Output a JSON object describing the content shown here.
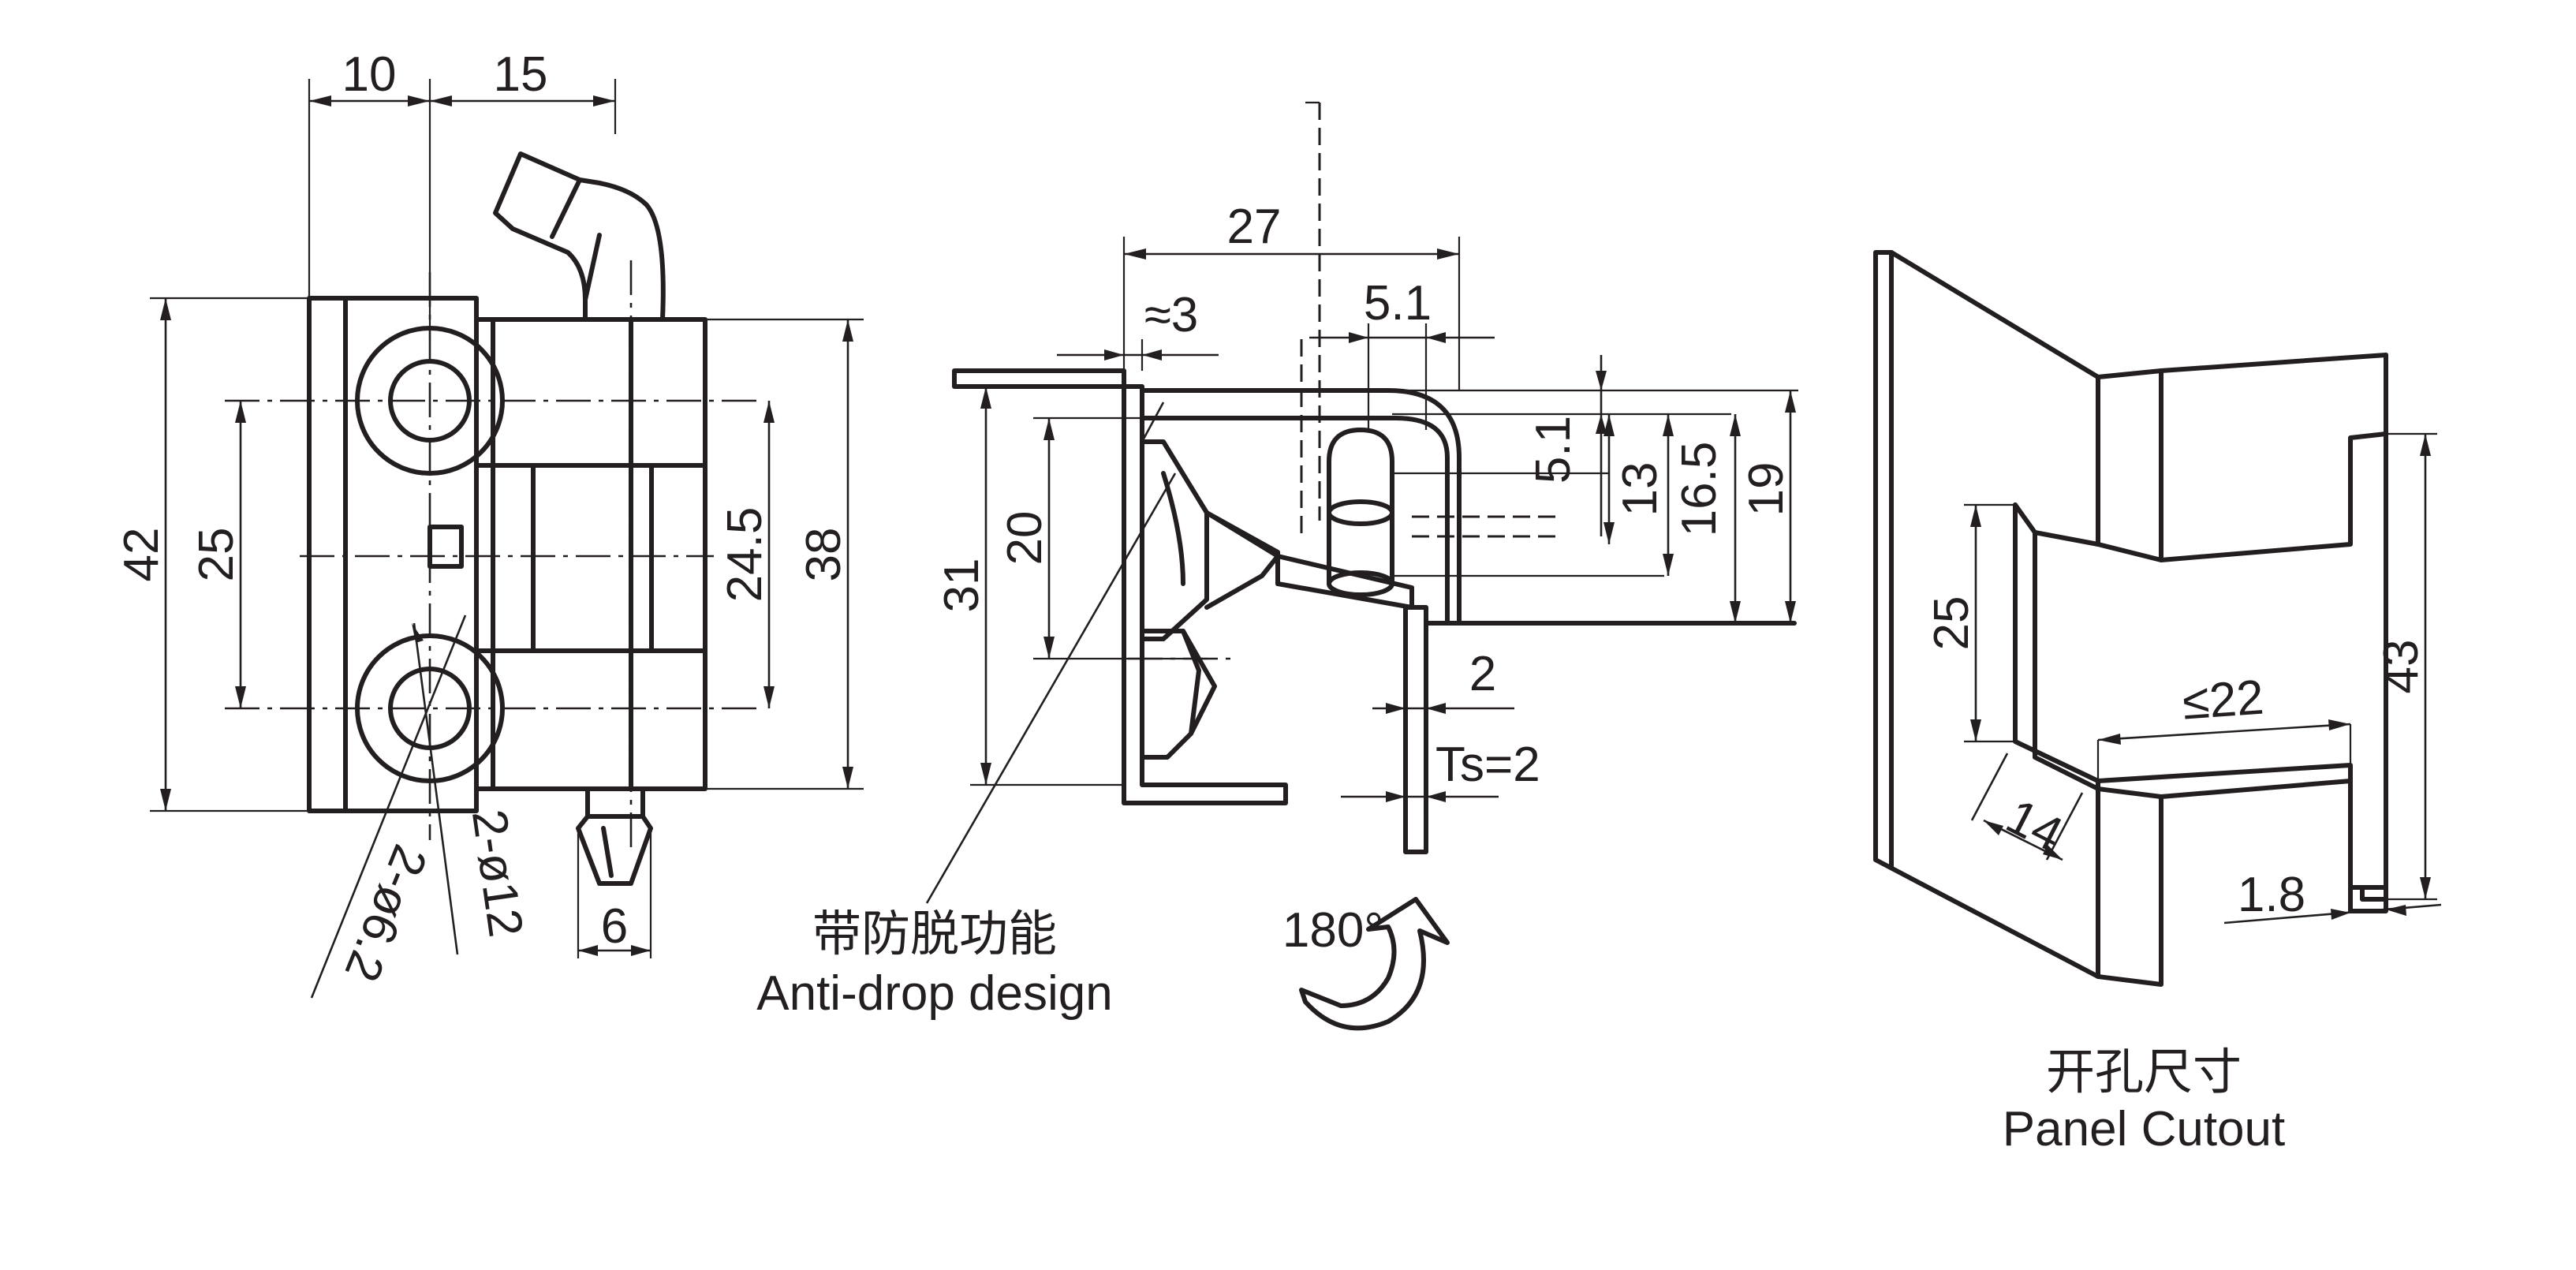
{
  "front_view": {
    "dim_top_left": "10",
    "dim_top_right": "15",
    "dim_overall_height": "42",
    "dim_hole_pitch": "25",
    "dim_leaf_opening": "24.5",
    "dim_leaf_height": "38",
    "dim_pin_width": "6",
    "dim_small_holes": "2-ø6.2",
    "dim_counterbore": "2-ø12"
  },
  "side_view": {
    "dim_depth": "27",
    "dim_offset": "≈3",
    "dim_bend": "5.1",
    "dim_bend_vertical": "5.1",
    "dim_height_13": "13",
    "dim_height_16_5": "16.5",
    "dim_height_19": "19",
    "dim_height_20": "20",
    "dim_height_31": "31",
    "dim_thickness": "2",
    "dim_ts": "Ts=2",
    "rotation_label": "180°",
    "note_cn": "带防脱功能",
    "note_en": "Anti-drop design"
  },
  "cutout_view": {
    "dim_25": "25",
    "dim_43": "43",
    "dim_22": "≤22",
    "dim_14": "14",
    "dim_1_8": "1.8",
    "title_cn": "开孔尺寸",
    "title_en": "Panel Cutout"
  }
}
